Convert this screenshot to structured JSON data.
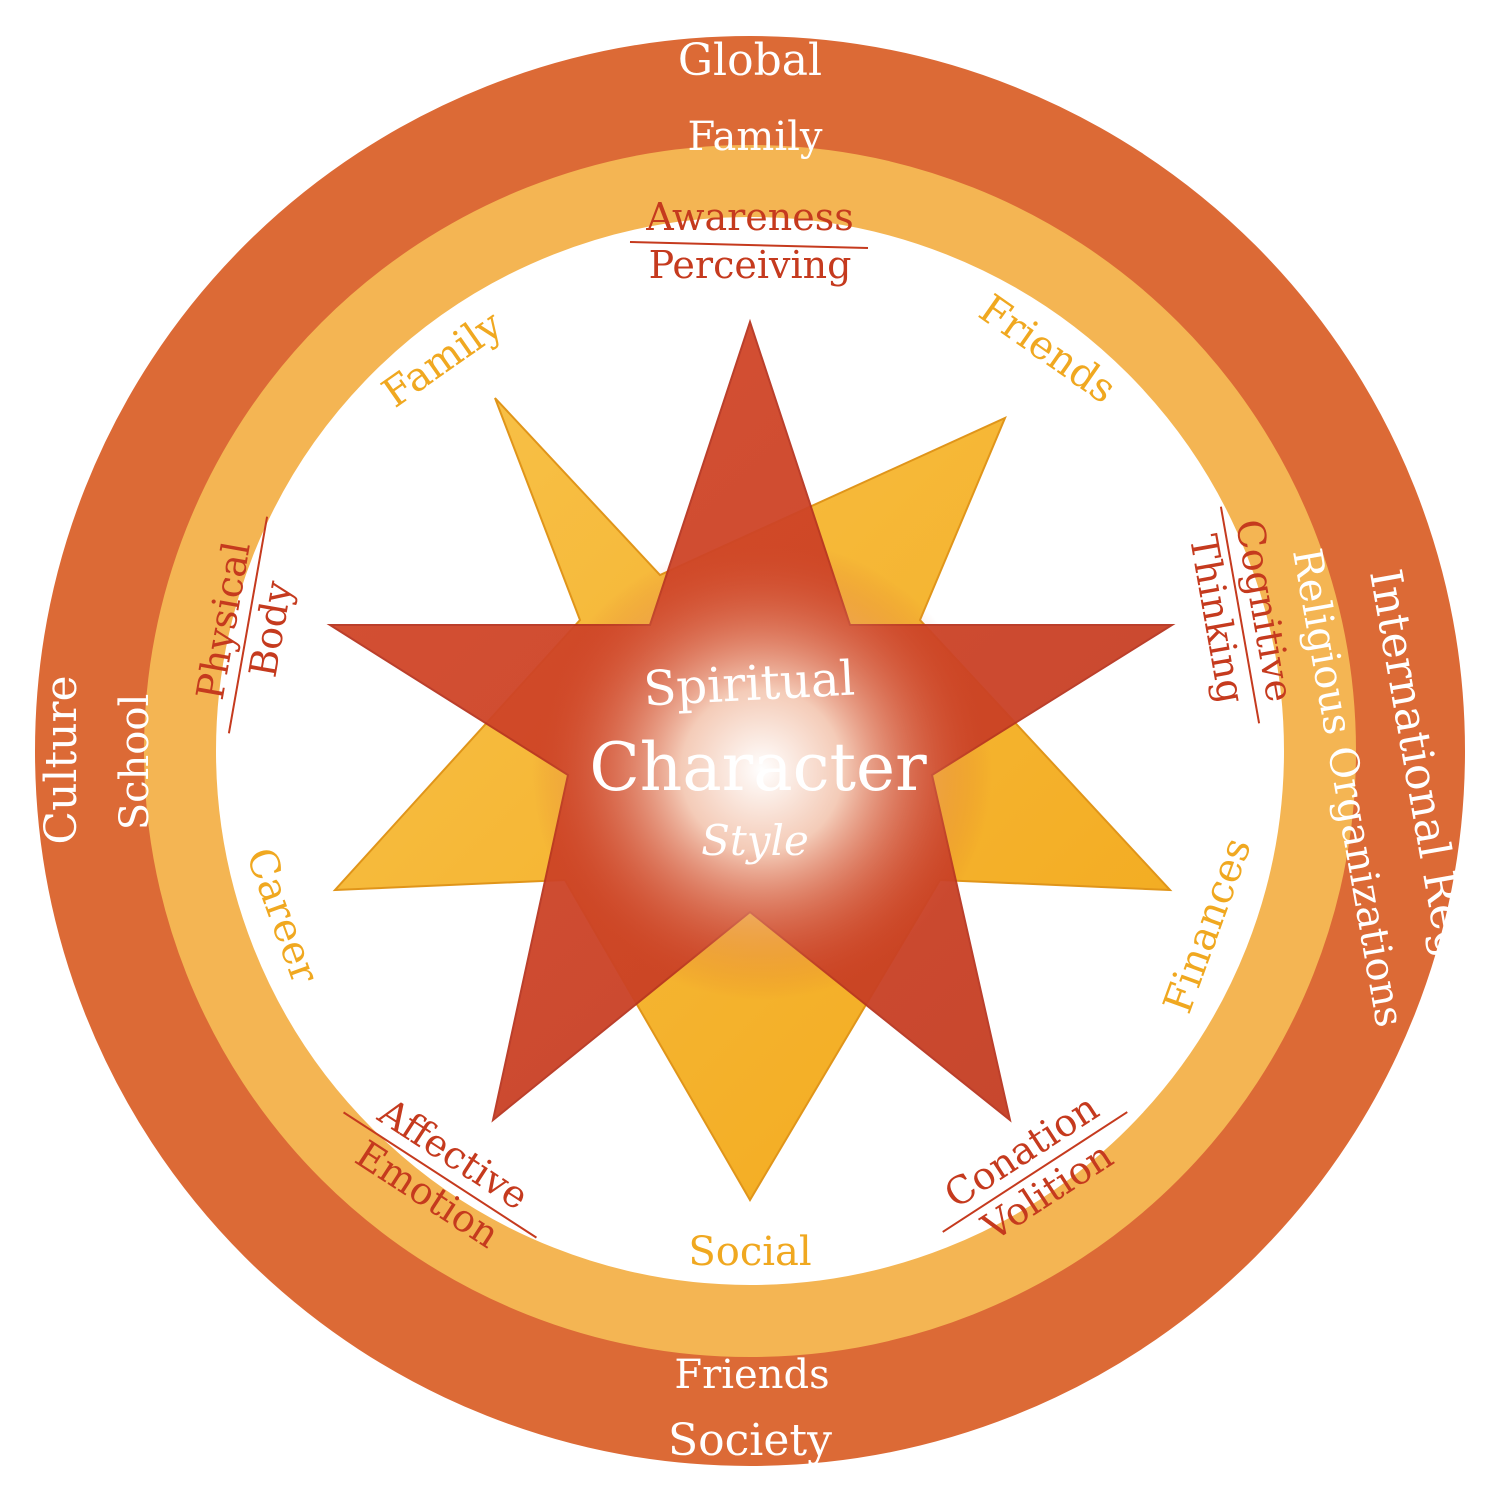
{
  "rings": {
    "outer": {
      "color": "#dc6a36",
      "labels": {
        "top": "Global",
        "bottom": "Society",
        "left": "Culture",
        "right": "International Region"
      }
    },
    "middle": {
      "color": "#f4b553",
      "labels": {
        "top": "Family",
        "bottom": "Friends",
        "left": "School",
        "right": "Religious Organizations"
      }
    }
  },
  "star": {
    "red_color": "#d04428",
    "gold_color": "#f6b326",
    "center": {
      "line1": "Spiritual",
      "line2": "Character",
      "line3": "Style"
    }
  },
  "life_areas": {
    "top_left": "Family",
    "top_right": "Friends",
    "left": "Career",
    "right": "Finances",
    "bottom": "Social"
  },
  "dimensions": {
    "top": {
      "line1": "Awareness",
      "line2": "Perceiving"
    },
    "left": {
      "line1": "Physical",
      "line2": "Body"
    },
    "right": {
      "line1": "Cognitive",
      "line2": "Thinking"
    },
    "bottom_left": {
      "line1": "Affective",
      "line2": "Emotion"
    },
    "bottom_right": {
      "line1": "Conation",
      "line2": "Volition"
    }
  }
}
